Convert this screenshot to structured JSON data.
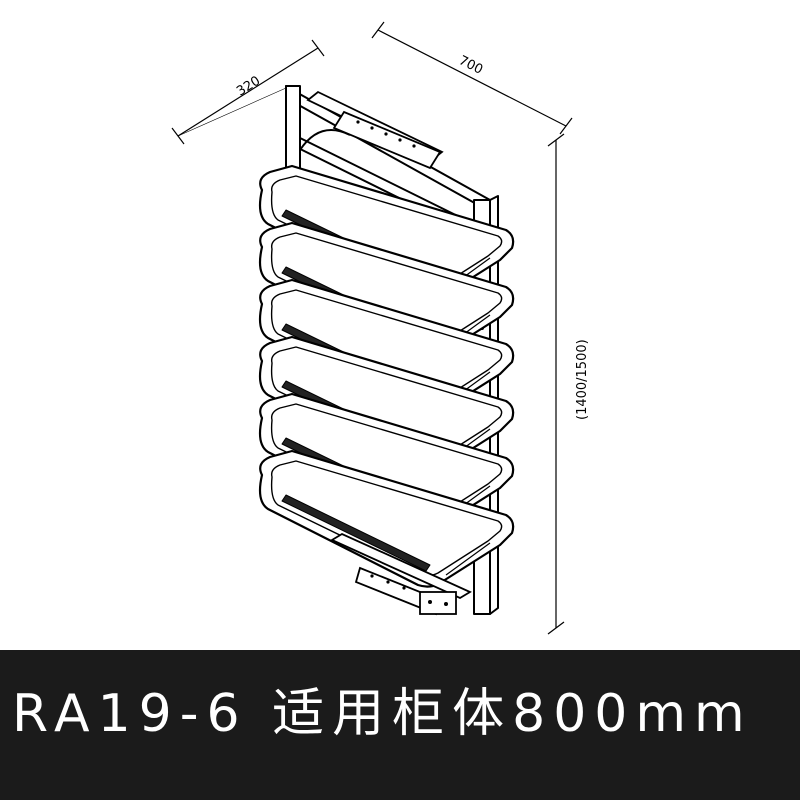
{
  "dimensions": {
    "depth": "320",
    "width": "700",
    "height": "(1400/1500)"
  },
  "caption": "RA19-6 适用柜体800mm",
  "basket_count": 6,
  "colors": {
    "caption_background": "#1b1b1b",
    "caption_text": "#ffffff",
    "line": "#000000"
  }
}
